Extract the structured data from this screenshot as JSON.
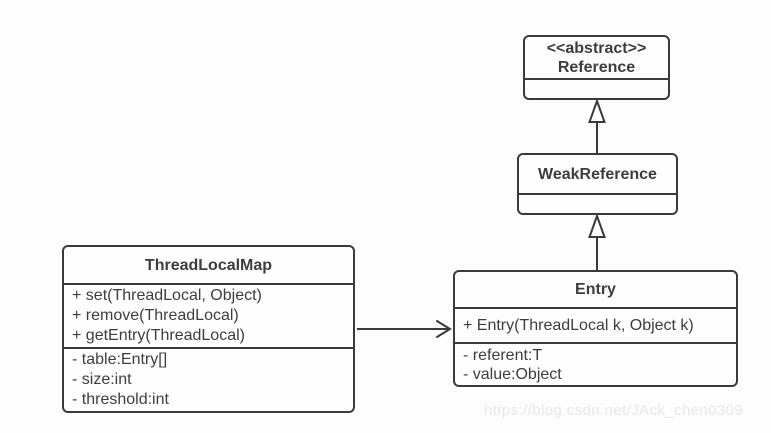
{
  "colors": {
    "border": "#3a3a3a",
    "text": "#3d3d3d",
    "background": "#fdfdfd",
    "box_fill": "#fefefe",
    "watermark_color": "#e7e7e7"
  },
  "classes": {
    "reference": {
      "stereotype": "<<abstract>>",
      "name": "Reference"
    },
    "weak_reference": {
      "name": "WeakReference"
    },
    "entry": {
      "name": "Entry",
      "methods": [
        "+ Entry(ThreadLocal k, Object k)"
      ],
      "fields": [
        "- referent:T",
        "- value:Object"
      ]
    },
    "thread_local_map": {
      "name": "ThreadLocalMap",
      "methods": [
        "+ set(ThreadLocal, Object)",
        "+ remove(ThreadLocal)",
        "+ getEntry(ThreadLocal)"
      ],
      "fields": [
        "- table:Entry[]",
        "- size:int",
        "- threshold:int"
      ]
    }
  },
  "relations": [
    {
      "from": "WeakReference",
      "to": "Reference",
      "type": "generalization"
    },
    {
      "from": "Entry",
      "to": "WeakReference",
      "type": "generalization"
    },
    {
      "from": "ThreadLocalMap",
      "to": "Entry",
      "type": "association"
    }
  ],
  "watermark": "https://blog.csdn.net/JAck_chen0309"
}
